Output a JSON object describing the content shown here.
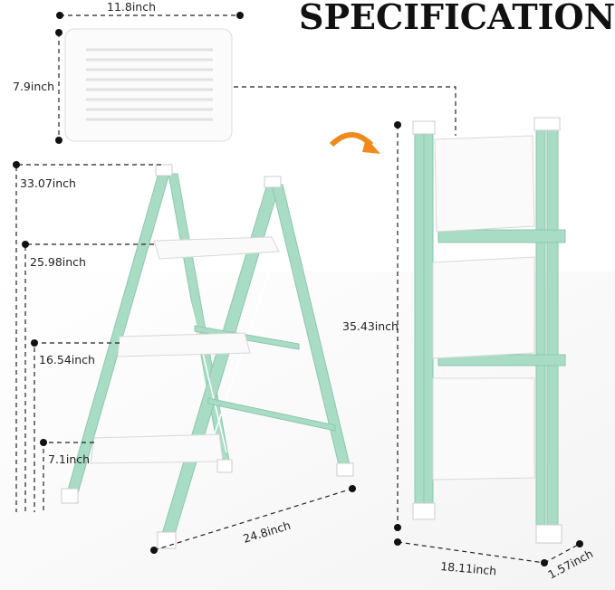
{
  "title": "SPECIFICATION",
  "colors": {
    "frame": "#a9dcc5",
    "step": "#fafafa",
    "arrow": "#f08a1c"
  },
  "dimensions": {
    "panel_width": "11.8inch",
    "panel_depth": "7.9inch",
    "overall_height": "33.07inch",
    "top_step_height": "25.98inch",
    "middle_step_height": "16.54inch",
    "bottom_step_height": "7.1inch",
    "open_depth": "24.8inch",
    "folded_height": "35.43inch",
    "folded_width": "18.11inch",
    "folded_thickness": "1.57inch"
  }
}
